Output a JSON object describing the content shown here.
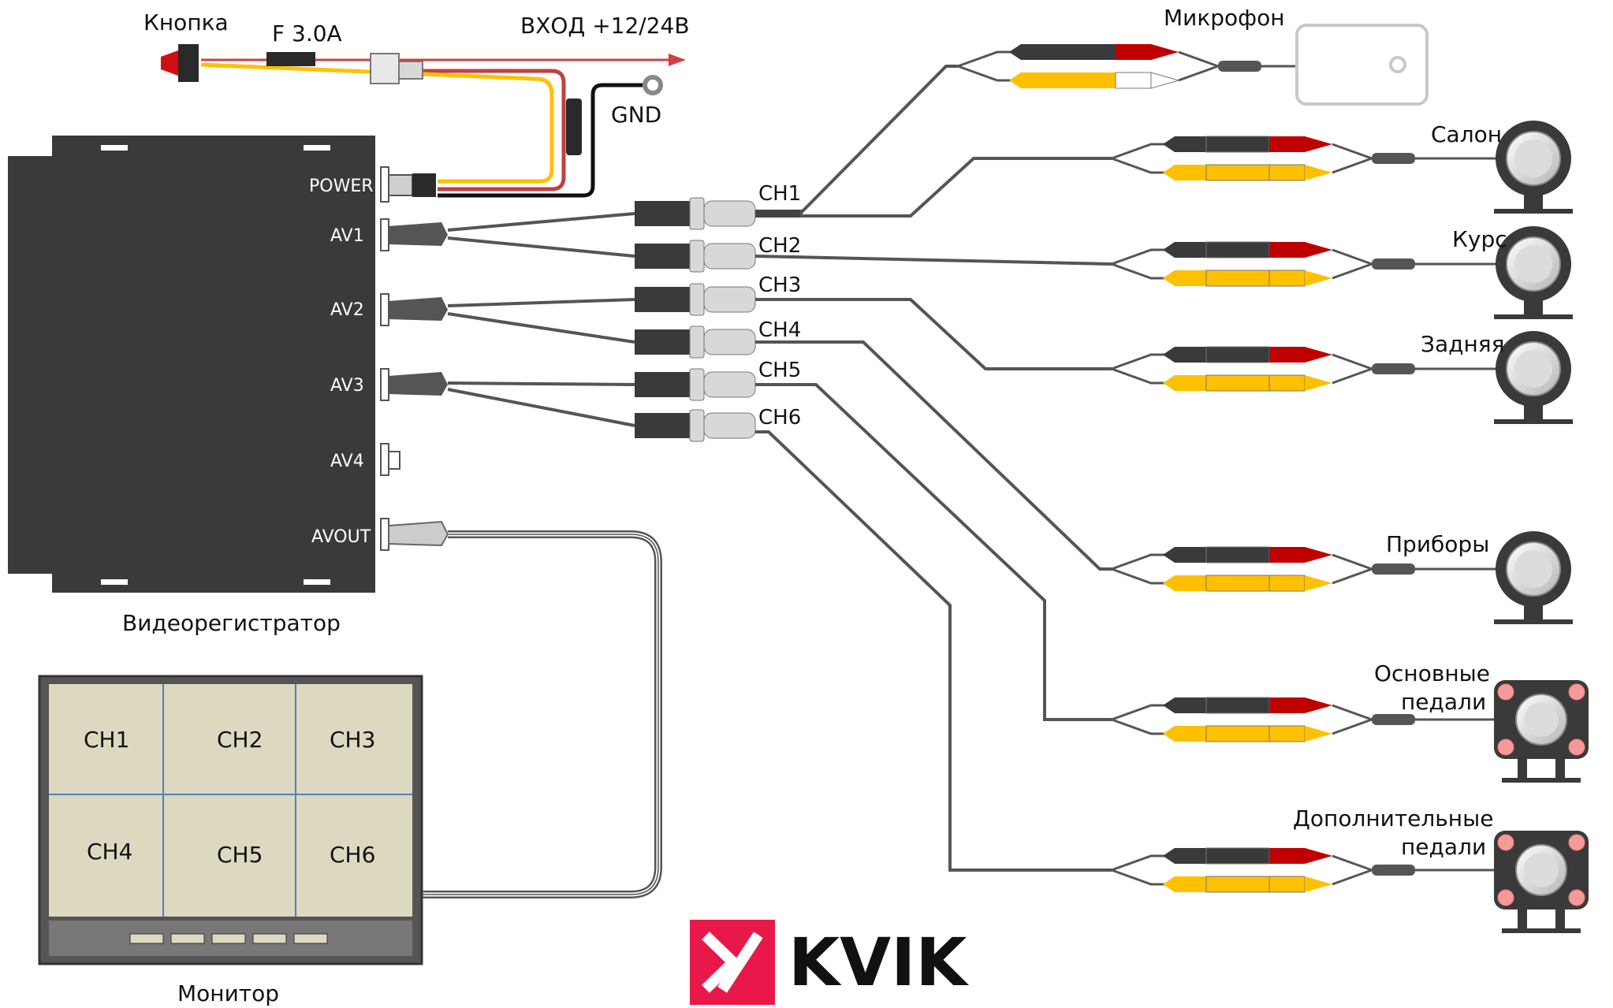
{
  "title_input": "ВХОД +12/24В",
  "button_label": "Кнопка",
  "fuse_label": "F 3.0A",
  "gnd_label": "GND",
  "recorder": {
    "label": "Видеорегистратор",
    "ports": [
      "POWER",
      "AV1",
      "AV2",
      "AV3",
      "AV4",
      "AVOUT"
    ]
  },
  "channels": [
    "CH1",
    "CH2",
    "CH3",
    "CH4",
    "CH5",
    "CH6"
  ],
  "devices": {
    "mic": "Микрофон",
    "cab": "Салон",
    "course": "Курс",
    "rear": "Задняя",
    "dash": "Приборы",
    "main_pedals": [
      "Основные",
      "педали"
    ],
    "extra_pedals": [
      "Дополнительные",
      "педали"
    ]
  },
  "monitor": {
    "label": "Монитор",
    "cells": [
      "CH1",
      "CH2",
      "CH3",
      "CH4",
      "CH5",
      "CH6"
    ]
  },
  "brand": "KVIK",
  "colors": {
    "device": "#3a3a3a",
    "cable": "#555555",
    "red": "#c00000",
    "yellow": "#ffc000",
    "screen": "#ddd8c0",
    "brand": "#e8194a"
  }
}
